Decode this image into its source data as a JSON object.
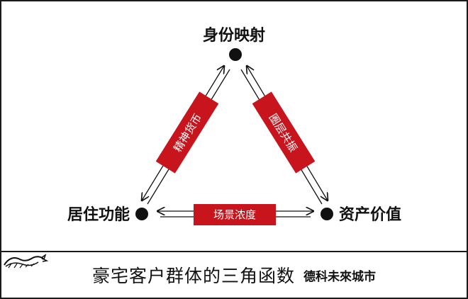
{
  "diagram": {
    "nodes": {
      "top": "身份映射",
      "left": "居住功能",
      "right": "资产价值"
    },
    "edges": {
      "left_side": "精神货币",
      "right_side": "圈层共振",
      "bottom": "场景浓度"
    },
    "accent_color": "#c8151d"
  },
  "footer": {
    "caption": "豪宅客户群体的三角函数",
    "brand_name": "德科未來城市",
    "brand_logo": "dragon-logo-icon"
  }
}
